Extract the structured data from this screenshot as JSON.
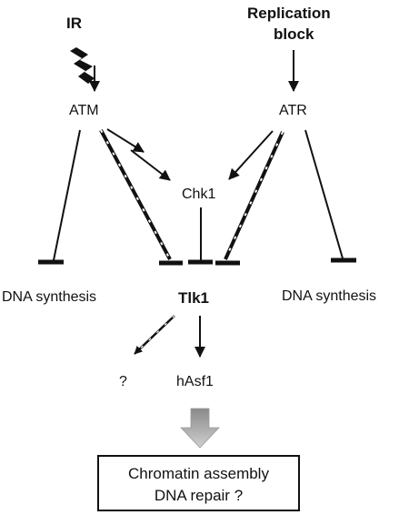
{
  "nodes": {
    "ir": "IR",
    "replication_line1": "Replication",
    "replication_line2": "block",
    "atm": "ATM",
    "atr": "ATR",
    "chk1": "Chk1",
    "dna_synthesis_left": "DNA synthesis",
    "tlk1": "Tlk1",
    "dna_synthesis_right": "DNA synthesis",
    "unknown": "?",
    "hasf1": "hAsf1"
  },
  "outcome": {
    "line1": "Chromatin assembly",
    "line2": "DNA repair ?"
  },
  "colors": {
    "ink": "#111111",
    "dash_gap": "#ffffff",
    "block_arrow_top": "#8a8a8a",
    "block_arrow_bottom": "#cfcfcf"
  },
  "icons": [
    "lightning-bolt-icon",
    "block-arrow-down-icon"
  ]
}
